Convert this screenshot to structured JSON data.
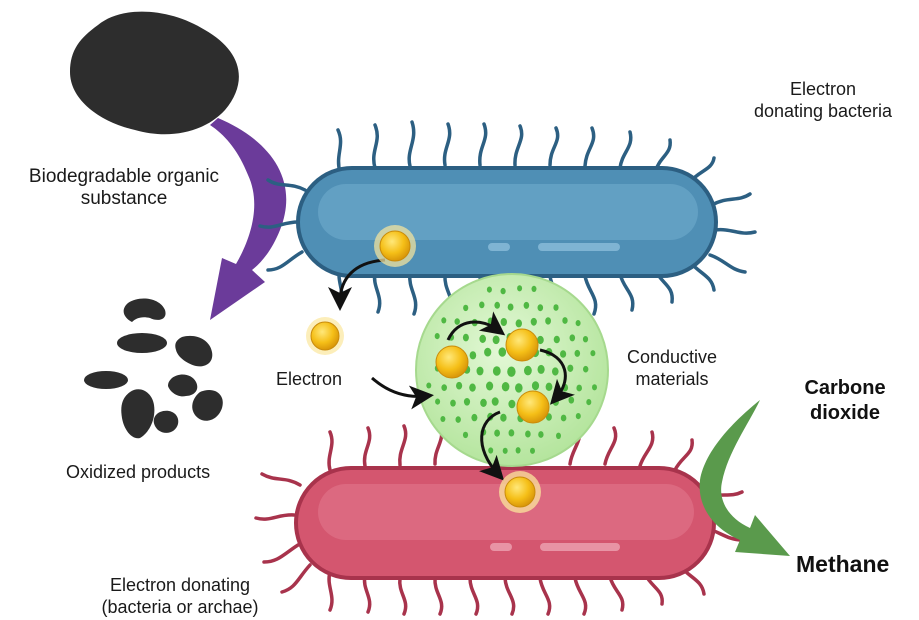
{
  "labels": {
    "electron_donating_bacteria_1": "Electron",
    "electron_donating_bacteria_2": "donating bacteria",
    "biodegradable_1": "Biodegradable organic",
    "biodegradable_2": "substance",
    "electron": "Electron",
    "conductive_1": "Conductive",
    "conductive_2": "materials",
    "carbone_1": "Carbone",
    "carbone_2": "dioxide",
    "oxidized_products": "Oxidized products",
    "methane": "Methane",
    "electron_donating_archaea_1": "Electron donating",
    "electron_donating_archaea_2": "(bacteria or archae)"
  },
  "colors": {
    "blue_bacterium": "#4f8fb5",
    "blue_outline": "#2c5f82",
    "red_bacterium": "#d4566f",
    "red_outline": "#a8334c",
    "sphere_fill": "#c9efb6",
    "sphere_dots": "#4fb843",
    "electron": "#f6c21c",
    "purple_arrow": "#6b3b9a",
    "green_arrow": "#5a9a4c",
    "organic_blob": "#2d2d2d"
  },
  "icons": {
    "organic_substance": "organic-blob-icon",
    "oxidized_products": "oxidized-fragments-icon",
    "electron": "electron-icon"
  }
}
